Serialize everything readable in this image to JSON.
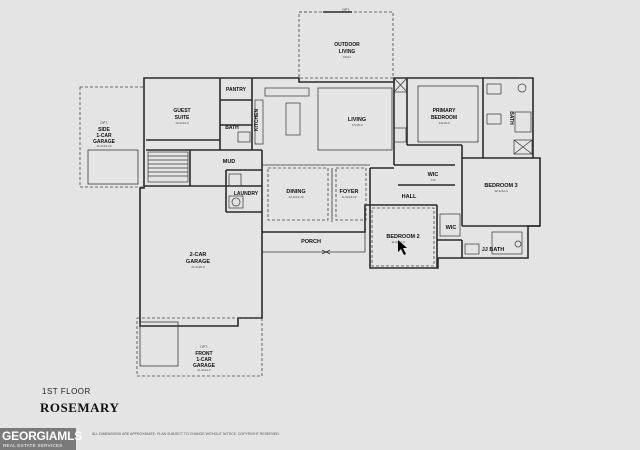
{
  "plan": {
    "floor_label": "1ST FLOOR",
    "name": "ROSEMARY",
    "fineprint": "ALL DIMENSIONS ARE APPROXIMATE. PLAN SUBJECT TO CHANGE WITHOUT NOTICE. COPYRIGHT RESERVED."
  },
  "rooms": {
    "outdoor_living": {
      "label1": "OUTDOOR",
      "label2": "LIVING",
      "dims": "19x11",
      "opt": "OPT."
    },
    "guest_suite": {
      "label1": "GUEST",
      "label2": "SUITE",
      "dims": "12-0x12-0"
    },
    "pantry": {
      "label": "PANTRY"
    },
    "bath1": {
      "label": "BATH"
    },
    "kitchen": {
      "label": "KITCHEN"
    },
    "living": {
      "label": "LIVING",
      "dims": "17x18-0"
    },
    "primary_bedroom": {
      "label1": "PRIMARY",
      "label2": "BEDROOM",
      "dims": "14x15-0"
    },
    "primary_bath": {
      "label": "BATH"
    },
    "side_garage": {
      "opt": "OPT.",
      "label1": "SIDE",
      "label2": "1-CAR",
      "label3": "GARAGE",
      "dims": "11-0x19-10"
    },
    "mud": {
      "label": "MUD"
    },
    "laundry": {
      "label": "LAUNDRY"
    },
    "dining": {
      "label": "DINING",
      "dims": "12-0x13-10"
    },
    "foyer": {
      "label": "FOYER",
      "dims": "11-0x13-10"
    },
    "wic1": {
      "label": "WIC",
      "dims": "7x9"
    },
    "bedroom3": {
      "label": "BEDROOM 3",
      "dims": "12-0x12-0"
    },
    "hall": {
      "label": "HALL"
    },
    "bedroom2": {
      "label": "BEDROOM 2",
      "dims": "11-0x12-0"
    },
    "wic2": {
      "label": "WIC"
    },
    "jj_bath": {
      "label": "JJ BATH"
    },
    "garage2": {
      "label1": "2-CAR",
      "label2": "GARAGE",
      "dims": "21-0x20-8"
    },
    "porch": {
      "label": "PORCH"
    },
    "front_garage": {
      "opt": "OPT.",
      "label1": "FRONT",
      "label2": "1-CAR",
      "label3": "GARAGE",
      "dims": "21-0x11-7"
    }
  },
  "logo": {
    "main": "GEORGIAMLS",
    "sub": "REAL ESTATE SERVICES"
  }
}
